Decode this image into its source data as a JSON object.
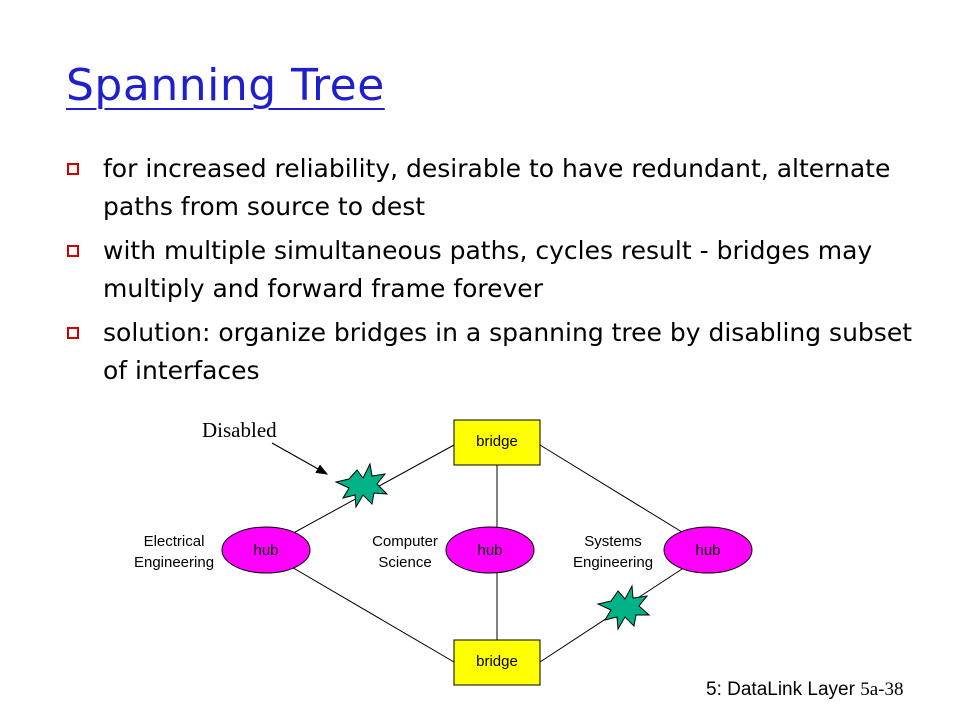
{
  "slide": {
    "title": "Spanning Tree",
    "bullets": [
      {
        "text": "for increased reliability, desirable to have redundant, alternate paths from source to dest"
      },
      {
        "text": "with multiple simultaneous paths, cycles result - bridges may multiply and forward frame forever"
      },
      {
        "text": "solution: organize bridges in a spanning tree by disabling subset of interfaces"
      }
    ],
    "footer": {
      "chapter": "5: DataLink Layer",
      "page": "5a-38"
    }
  },
  "diagram": {
    "annotation": "Disabled",
    "bridges": [
      {
        "label": "bridge"
      },
      {
        "label": "bridge"
      }
    ],
    "hubs": [
      {
        "label": "hub"
      },
      {
        "label": "hub"
      },
      {
        "label": "hub"
      }
    ],
    "departments": [
      {
        "line1": "Electrical",
        "line2": "Engineering"
      },
      {
        "line1": "Computer",
        "line2": "Science"
      },
      {
        "line1": "Systems",
        "line2": "Engineering"
      }
    ],
    "colors": {
      "bridge": "#ffff00",
      "hub": "#ff00ff",
      "disabled_marker": "#00b386",
      "title": "#1f1fcc",
      "bullet_box": "#cc0000"
    }
  }
}
